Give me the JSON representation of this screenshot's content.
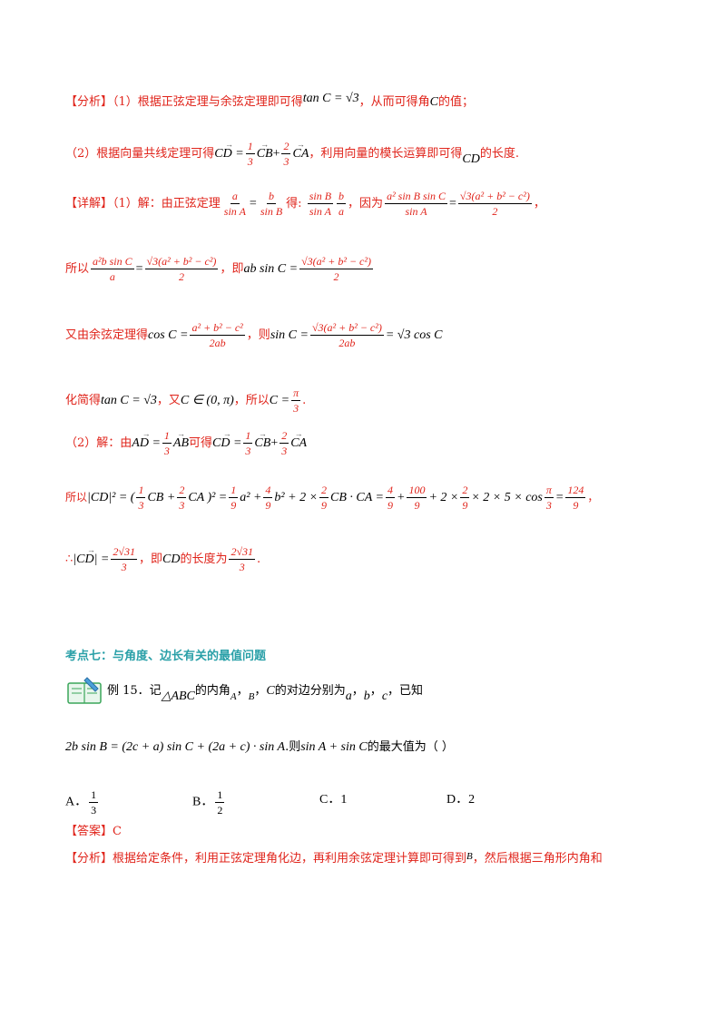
{
  "analysis": {
    "tag": "【分析】",
    "part1_text": "（1）根据正弦定理与余弦定理即可得",
    "part1_formula": "tan C = √3",
    "part1_tail": "，从而可得角",
    "part1_var": "C",
    "part1_end": "的值；",
    "part2_text": "（2）根据向量共线定理可得",
    "part2_formula_lhs": "CD =",
    "part2_f1_num": "1",
    "part2_f1_den": "3",
    "part2_v1": "CB",
    "part2_plus": "+",
    "part2_f2_num": "2",
    "part2_f2_den": "3",
    "part2_v2": "CA",
    "part2_mid": "，利用向量的模长运算即可得",
    "part2_cd": "CD",
    "part2_end": "的长度."
  },
  "detail": {
    "tag": "【详解】",
    "l1_text": "（1）解：由正弦定理",
    "l1_f1_num": "a",
    "l1_f1_den": "sin A",
    "l1_eq": "=",
    "l1_f2_num": "b",
    "l1_f2_den": "sin B",
    "l1_de": "得:",
    "l1_f3_num": "sin B",
    "l1_f3_den": "sin A",
    "l1_f4_num": "b",
    "l1_f4_den": "a",
    "l1_because": "，因为",
    "l1_f5_num": "a² sin B sin C",
    "l1_f5_den": "sin A",
    "l1_f6_num": "√3(a² + b² − c²)",
    "l1_f6_den": "2",
    "l1_comma": "，",
    "l2_so": "所以",
    "l2_f1_num": "a²b sin C",
    "l2_f1_den": "a",
    "l2_f2_num": "√3(a² + b² − c²)",
    "l2_f2_den": "2",
    "l2_ji": "，即",
    "l2_lhs": "ab sin C =",
    "l2_f3_num": "√3(a² + b² − c²)",
    "l2_f3_den": "2",
    "l3_text": "又由余弦定理得",
    "l3_lhs": "cos C =",
    "l3_f1_num": "a² + b² − c²",
    "l3_f1_den": "2ab",
    "l3_ze": "，则",
    "l3_lhs2": "sin C =",
    "l3_f2_num": "√3(a² + b² − c²)",
    "l3_f2_den": "2ab",
    "l3_rhs": "= √3 cos C",
    "l4_text": "化简得",
    "l4_f1": "tan C = √3",
    "l4_you": "，又",
    "l4_f2": "C ∈ (0, π)",
    "l4_so": "，所以",
    "l4_lhs": "C =",
    "l4_frac_num": "π",
    "l4_frac_den": "3",
    "l4_end": ".",
    "l5_text": "（2）解：由",
    "l5_lhs": "AD =",
    "l5_f_num": "1",
    "l5_f_den": "3",
    "l5_v": "AB",
    "l5_kede": "可得",
    "l5_lhs2": "CD =",
    "l5_f1_num": "1",
    "l5_f1_den": "3",
    "l5_v1": "CB",
    "l5_f2_num": "2",
    "l5_f2_den": "3",
    "l5_v2": "CA",
    "l6_so": "所以",
    "l6_expr_a": "|CD|² = (",
    "l6_fa_num": "1",
    "l6_fa_den": "3",
    "l6_va": "CB +",
    "l6_fb_num": "2",
    "l6_fb_den": "3",
    "l6_vb": "CA )² =",
    "l6_fc_num": "1",
    "l6_fc_den": "9",
    "l6_tc": "a² +",
    "l6_fd_num": "4",
    "l6_fd_den": "9",
    "l6_td": "b² + 2 ×",
    "l6_fe_num": "2",
    "l6_fe_den": "9",
    "l6_te": "CB · CA =",
    "l6_ff_num": "4",
    "l6_ff_den": "9",
    "l6_tf": "+",
    "l6_fg_num": "100",
    "l6_fg_den": "9",
    "l6_tg": "+ 2 ×",
    "l6_fh_num": "2",
    "l6_fh_den": "9",
    "l6_th": "× 2 × 5 × cos",
    "l6_fi_num": "π",
    "l6_fi_den": "3",
    "l6_ti": "=",
    "l6_fj_num": "124",
    "l6_fj_den": "9",
    "l6_end": "，",
    "l7_therefore": "∴",
    "l7_lhs": "|CD| =",
    "l7_f1_num": "2√31",
    "l7_f1_den": "3",
    "l7_ji": "，即",
    "l7_cd": "CD",
    "l7_text": "的长度为",
    "l7_f2_num": "2√31",
    "l7_f2_den": "3",
    "l7_end": "."
  },
  "section": {
    "title": "考点七：与角度、边长有关的最值问题"
  },
  "example": {
    "label": "例 15．记",
    "tri": "△ABC",
    "t1": "的内角",
    "A": "A",
    "c1": "，",
    "B": "B",
    "c2": "，",
    "C": "C",
    "t2": "的对边分别为",
    "a": "a",
    "c3": "，",
    "b": "b",
    "c4": "，",
    "c": "c",
    "t3": "，已知",
    "eq": "2b sin B = (2c + a) sin C + (2a + c) · sin A",
    "t4": ".则",
    "expr": "sin A + sin C",
    "t5": "的最大值为（    ）"
  },
  "choices": [
    {
      "label": "A．",
      "num": "1",
      "den": "3"
    },
    {
      "label": "B．",
      "num": "1",
      "den": "2"
    },
    {
      "label": "C．",
      "text": "1"
    },
    {
      "label": "D．",
      "text": "2"
    }
  ],
  "answer": {
    "tag": "【答案】",
    "value": "C"
  },
  "analysis2": {
    "tag": "【分析】",
    "text": "根据给定条件，利用正弦定理角化边，再利用余弦定理计算即可得到",
    "var": "B",
    "tail": "，然后根据三角形内角和"
  },
  "colors": {
    "accent": "#e0241b",
    "section": "#2aa0a8"
  }
}
